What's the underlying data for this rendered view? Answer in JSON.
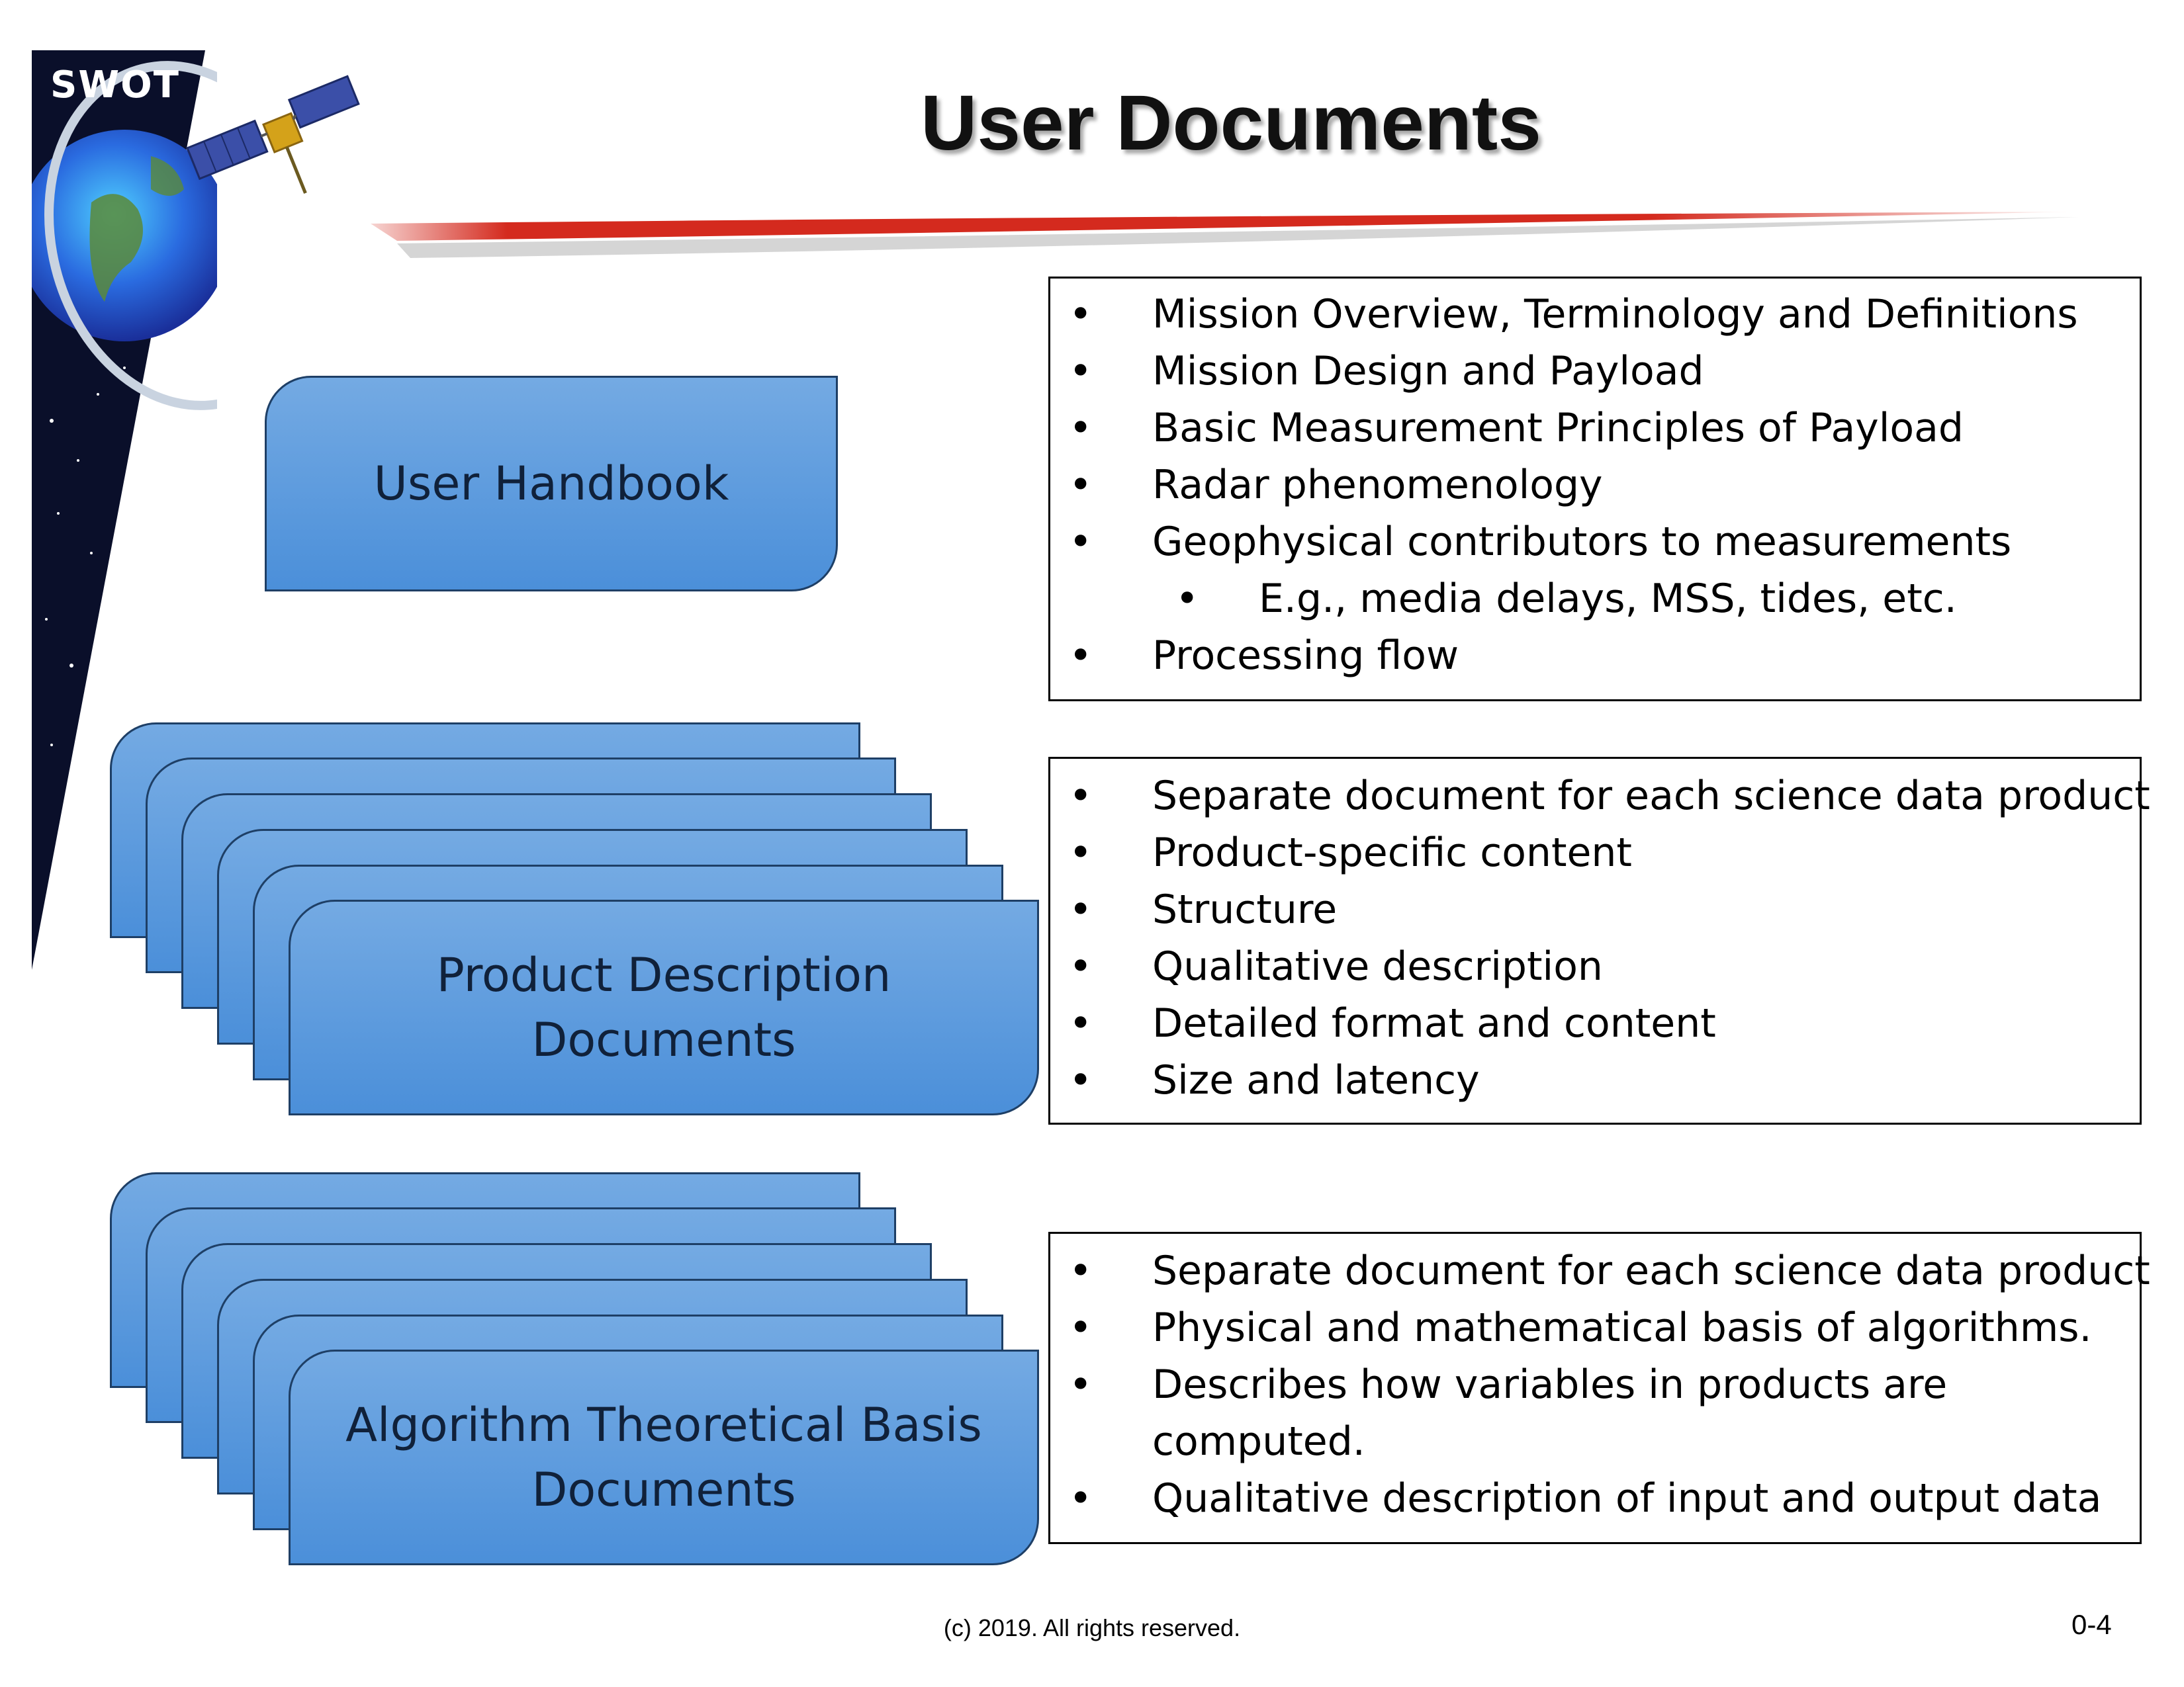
{
  "header": {
    "logo_text": "SWOT",
    "title": "User Documents"
  },
  "nodes": {
    "user_handbook": "User Handbook",
    "product_description": "Product Description\nDocuments",
    "algorithm_basis": "Algorithm Theoretical Basis\nDocuments"
  },
  "handbook_bullets": [
    "Mission Overview, Terminology and Definitions",
    "Mission Design and Payload",
    "Basic Measurement Principles of Payload",
    "Radar phenomenology",
    "Geophysical contributors to measurements",
    "E.g., media delays, MSS, tides, etc.",
    "Processing flow"
  ],
  "pdd_bullets": [
    "Separate document for each science data product",
    "Product-specific content",
    "Structure",
    "Qualitative description",
    "Detailed format and content",
    "Size and latency"
  ],
  "atbd_bullets": [
    "Separate document for each science data product",
    "Physical and mathematical basis of algorithms.",
    "Describes how variables in products are",
    "computed.",
    "Qualitative description of input and output data"
  ],
  "bullet_symbol": "•",
  "footer": {
    "copyright": "(c) 2019. All rights reserved.",
    "page_number": "0-4"
  },
  "colors": {
    "box_fill_top": "#74aae3",
    "box_fill_bottom": "#4b8fd9",
    "box_border": "#1e3f66",
    "swoosh_red": "#d42a1e"
  },
  "icons": {
    "satellite": "satellite-icon",
    "earth": "earth-globe-icon"
  }
}
